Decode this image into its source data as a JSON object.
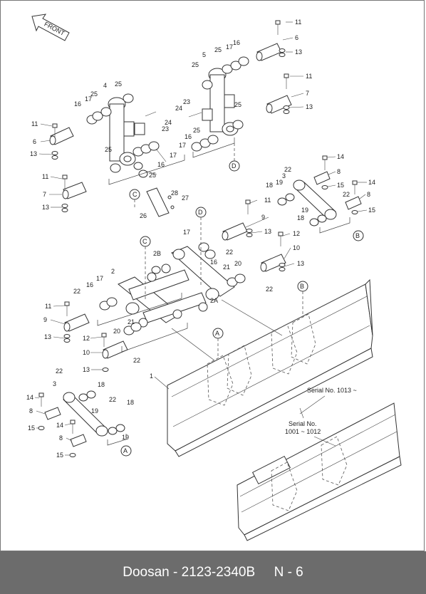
{
  "header": {
    "front_label": "FRONT"
  },
  "footer": {
    "brand": "Doosan",
    "separator": "-",
    "part_number": "2123-2340B",
    "page": "N - 6"
  },
  "notes": {
    "serial_new": "Serial No. 1013 ~",
    "serial_old_line1": "Serial No.",
    "serial_old_line2": "1001 ~ 1012"
  },
  "callouts": {
    "A": "A",
    "B": "B",
    "C": "C",
    "D": "D"
  },
  "part_labels": {
    "p1": "1",
    "p2": "2",
    "p2A": "2A",
    "p2B": "2B",
    "p3": "3",
    "p4": "4",
    "p5": "5",
    "p6": "6",
    "p7": "7",
    "p8": "8",
    "p9": "9",
    "p10": "10",
    "p11": "11",
    "p12": "12",
    "p13": "13",
    "p14": "14",
    "p15": "15",
    "p16": "16",
    "p17": "17",
    "p18": "18",
    "p19": "19",
    "p20": "20",
    "p21": "21",
    "p22": "22",
    "p23": "23",
    "p24": "24",
    "p25": "25",
    "p26": "26",
    "p27": "27",
    "p28": "28"
  }
}
